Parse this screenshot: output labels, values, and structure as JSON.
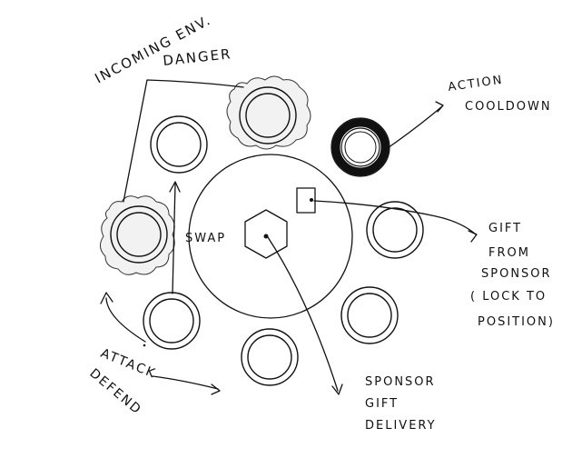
{
  "labels": {
    "incoming_line1": "INCOMING ENV.",
    "incoming_line2": "DANGER",
    "action_line1": "ACTION",
    "action_line2": "COOLDOWN",
    "swap": "SWAP",
    "gift_line1": "GIFT",
    "gift_line2": "FROM",
    "gift_line3": "SPONSOR",
    "gift_line4": "( LOCK TO",
    "gift_line5": "POSITION)",
    "attack": "ATTACK",
    "defend": "DEFEND",
    "delivery_line1": "SPONSOR",
    "delivery_line2": "GIFT",
    "delivery_line3": "DELIVERY"
  }
}
